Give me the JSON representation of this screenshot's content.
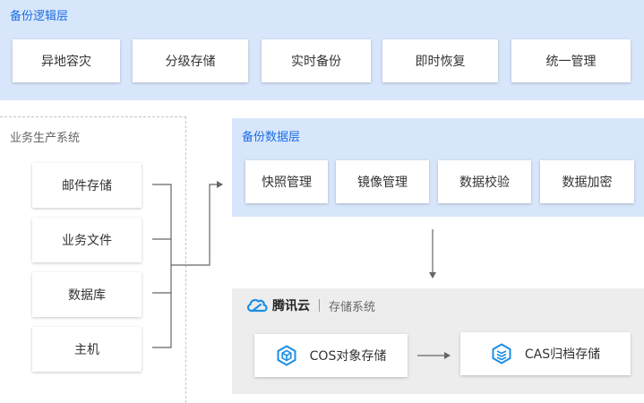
{
  "backup_logic": {
    "title": "备份逻辑层",
    "items": [
      "异地容灾",
      "分级存储",
      "实时备份",
      "即时恢复",
      "统一管理"
    ]
  },
  "business": {
    "title": "业务生产系统",
    "items": [
      "邮件存储",
      "业务文件",
      "数据库",
      "主机"
    ]
  },
  "backup_data": {
    "title": "备份数据层",
    "items": [
      "快照管理",
      "镜像管理",
      "数据校验",
      "数据加密"
    ]
  },
  "storage": {
    "brand": "腾讯云",
    "subtitle": "存储系统",
    "cos_label": "COS对象存储",
    "cas_label": "CAS归档存储"
  },
  "colors": {
    "panel_blue": "#d8e6fb",
    "accent_blue": "#1b6ee6",
    "storage_gray": "#ededee"
  },
  "icons": [
    "tencent-cloud-icon",
    "cos-cube-icon",
    "cas-layers-icon"
  ]
}
